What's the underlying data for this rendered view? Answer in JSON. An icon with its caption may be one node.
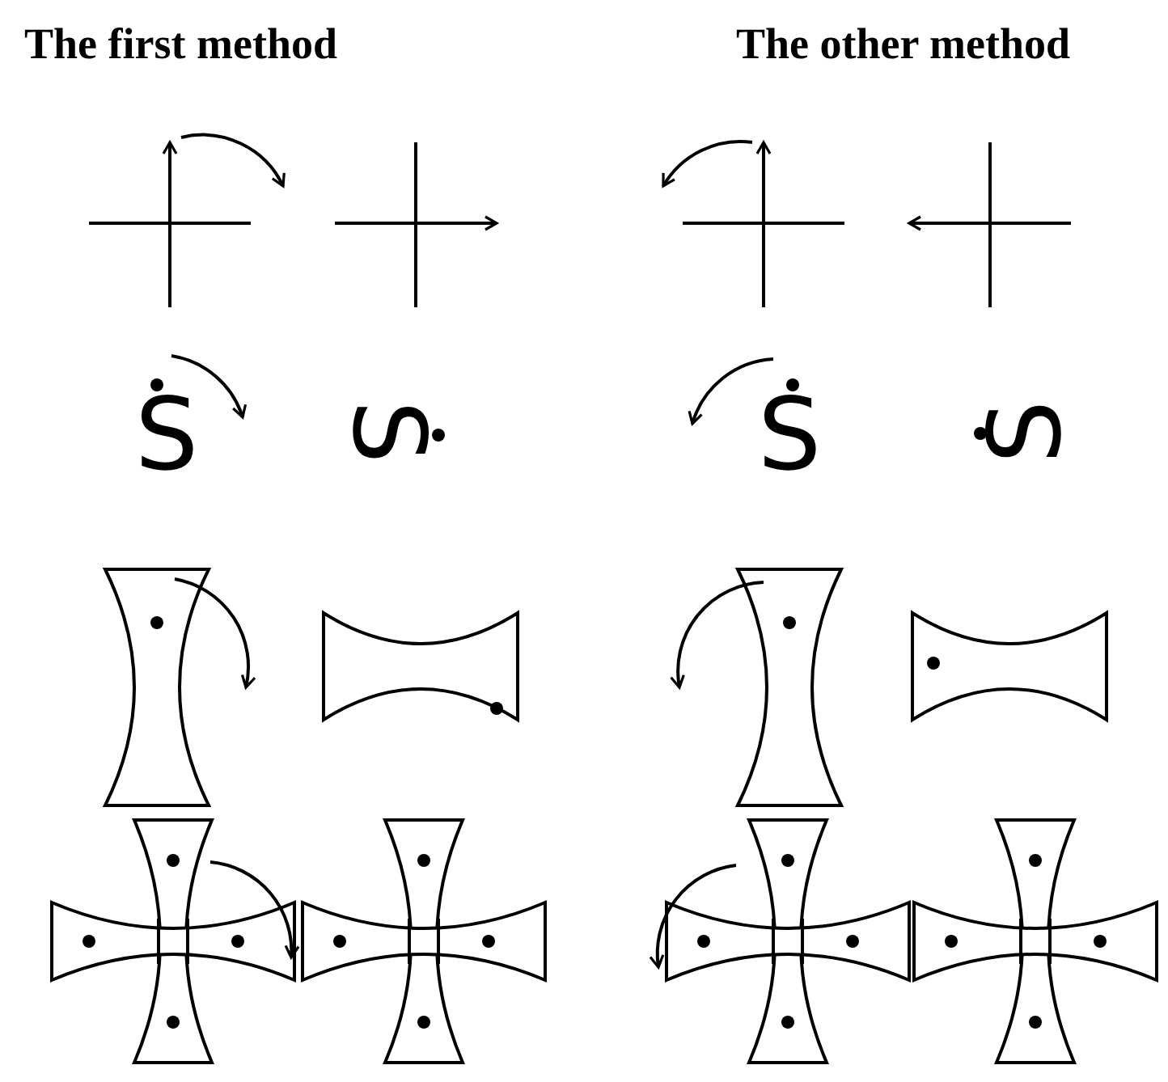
{
  "diagram": {
    "labels": [
      "The first method",
      "The other method",
      "S",
      "S",
      "S",
      "S"
    ]
  }
}
